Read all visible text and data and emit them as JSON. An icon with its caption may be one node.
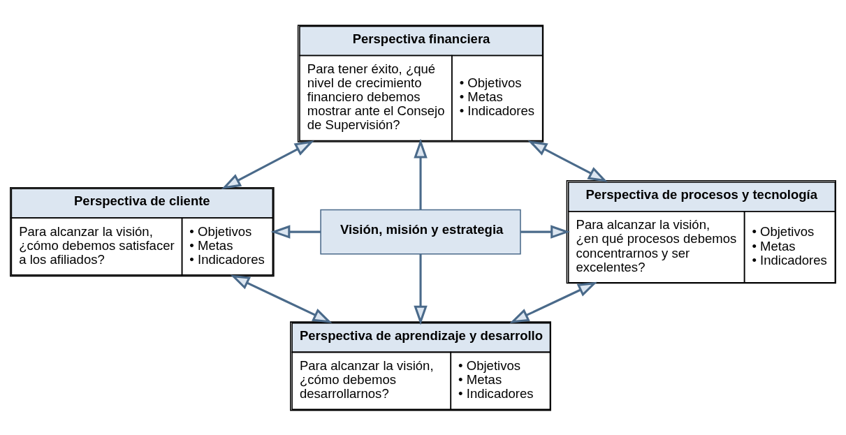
{
  "diagram": {
    "nodes": [
      {
        "text": [
          "Perspectiva financiera",
          "Para tener éxito, ¿qué nivel de crecimiento financiero debemos mostrar ante el Consejo de Supervisión?",
          "• Objetivos",
          "• Metas",
          "• Indicadores"
        ]
      },
      {
        "text": [
          "Perspectiva de cliente",
          "Para alcanzar la visión, ¿cómo debemos satisfacer a los afiliados?",
          "• Objetivos",
          "• Metas",
          "• Indicadores"
        ]
      },
      {
        "text": [
          "Visión, misión y estrategia"
        ]
      },
      {
        "text": [
          "Perspectiva de procesos y tecnología",
          "Para alcanzar la visión, ¿en qué procesos debemos concentrarnos y ser excelentes?",
          "• Objetivos",
          "• Metas",
          "• Indicadores"
        ]
      },
      {
        "text": [
          "Perspectiva de aprendizaje y desarrollo",
          "Para alcanzar la visión, ¿cómo debemos desarrollarnos?",
          "• Objetivos",
          "• Metas",
          "• Indicadores"
        ]
      }
    ],
    "edges": [
      {
        "from": 2,
        "to": 0,
        "arrow": "to"
      },
      {
        "from": 2,
        "to": 1,
        "arrow": "to"
      },
      {
        "from": 2,
        "to": 3,
        "arrow": "to"
      },
      {
        "from": 2,
        "to": 4,
        "arrow": "to"
      },
      {
        "from": 0,
        "to": 1,
        "arrow": "both"
      },
      {
        "from": 0,
        "to": 3,
        "arrow": "both"
      },
      {
        "from": 1,
        "to": 4,
        "arrow": "both"
      },
      {
        "from": 3,
        "to": 4,
        "arrow": "both"
      }
    ]
  }
}
